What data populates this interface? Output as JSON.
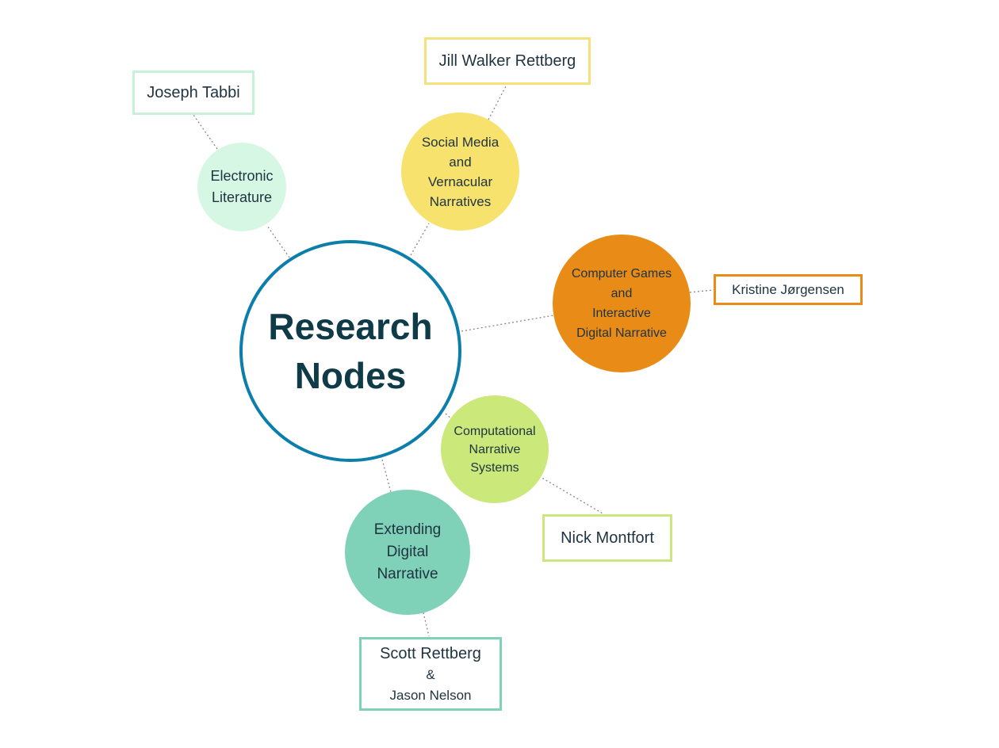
{
  "title": "Research\nNodes",
  "nodes": {
    "electronic_literature": "Electronic\nLiterature",
    "social_media": "Social Media\nand\nVernacular\nNarratives",
    "computer_games": "Computer Games\nand\nInteractive\nDigital Narrative",
    "computational": "Computational\nNarrative\nSystems",
    "extending": "Extending\nDigital\nNarrative"
  },
  "people": {
    "tabbi": "Joseph Tabbi",
    "jill": "Jill Walker Rettberg",
    "kristine": "Kristine Jørgensen",
    "nick": "Nick Montfort",
    "scott": "Scott Rettberg",
    "ampersand": "&",
    "jason": "Jason Nelson"
  },
  "colors": {
    "center_border": "#0b7ea9",
    "electronic_literature": "#d6f7e3",
    "social_media": "#f7e26e",
    "computer_games": "#e98b17",
    "computational": "#cbe87b",
    "extending": "#7fd1b7"
  }
}
